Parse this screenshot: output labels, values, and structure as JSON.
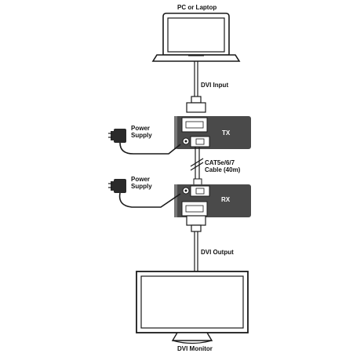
{
  "labels": {
    "pc": "PC or Laptop",
    "dvi_input": "DVI Input",
    "power_supply_line1": "Power",
    "power_supply_line2": "Supply",
    "cable_line1": "CAT5e/6/7",
    "cable_line2": "Cable (40m)",
    "dvi_output": "DVI Output",
    "monitor": "DVI Monitor"
  },
  "devices": {
    "tx": "TX",
    "rx": "RX"
  },
  "colors": {
    "device_body": "#4a4a4a",
    "line": "#1a1a1a",
    "background": "#ffffff"
  }
}
